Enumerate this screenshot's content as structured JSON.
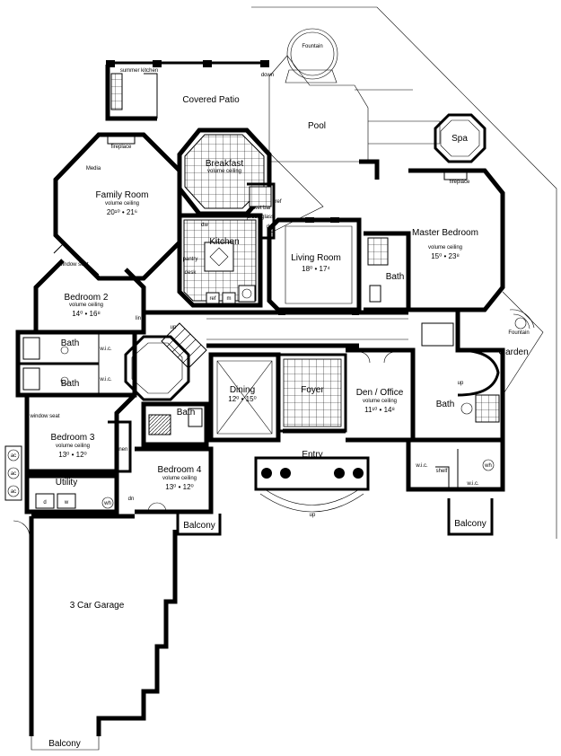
{
  "rooms": {
    "fountain_top": "Fountain",
    "summer_kitchen": "summer kitchen",
    "down_patio": "down",
    "covered_patio": "Covered Patio",
    "pool": "Pool",
    "spa": "Spa",
    "fireplace_family": "fireplace",
    "media": "Media",
    "breakfast": "Breakfast",
    "breakfast_ceiling": "volume ceiling",
    "family_room": "Family Room",
    "family_ceiling": "volume ceiling",
    "family_dim": "20¹⁰ • 21⁶",
    "fireplace_master": "fireplace",
    "master_bedroom": "Master Bedroom",
    "master_ceiling": "volume ceiling",
    "master_dim": "15⁰ • 23⁸",
    "kitchen": "Kitchen",
    "dw": "dw",
    "pantry": "pantry",
    "desk": "desk",
    "ref_kitchen": "ref",
    "m": "m",
    "wet_bar": "wet bar",
    "ref_bar": "ref",
    "press_glass": "press glass",
    "dn_bar": "dn",
    "living_room": "Living Room",
    "living_dim": "18⁰ • 17⁴",
    "bath_master_top": "Bath",
    "window_seat_2": "window seat",
    "bedroom2": "Bedroom 2",
    "bedroom2_ceiling": "volume ceiling",
    "bedroom2_dim": "14⁰ • 16⁸",
    "lin": "lin",
    "up_hall": "up",
    "bath_a": "Bath",
    "wic_a": "w.i.c.",
    "bath_b": "Bath",
    "wic_b": "w.i.c.",
    "dining": "Dining",
    "dining_dim": "12⁰ • 15⁰",
    "foyer": "Foyer",
    "den": "Den / Office",
    "den_ceiling": "volume ceiling",
    "den_dim": "11¹⁰ • 14⁸",
    "fountain_garden": "Fountain",
    "garden": "Garden",
    "bath_master": "Bath",
    "up_master": "up",
    "window_seat_3": "window seat",
    "bedroom3": "Bedroom 3",
    "bedroom3_ceiling": "volume ceiling",
    "bedroom3_dim": "13⁰ • 12⁰",
    "bath_c": "Bath",
    "linen": "linen",
    "entry": "Entry",
    "up_entry": "up",
    "bedroom4": "Bedroom 4",
    "bedroom4_ceiling": "volume ceiling",
    "bedroom4_dim": "13⁰ • 12⁰",
    "utility": "Utility",
    "d": "d",
    "w": "w",
    "wh_utility": "wh",
    "dn_utility": "dn",
    "balcony_center": "Balcony",
    "wic_master_left": "w.i.c.",
    "shelf": "shelf",
    "wic_master_right": "w.i.c.",
    "wh_master": "wh",
    "balcony_right": "Balcony",
    "garage": "3 Car Garage",
    "balcony_bottom": "Balcony"
  },
  "ac_units": [
    "ac",
    "ac",
    "ac"
  ]
}
